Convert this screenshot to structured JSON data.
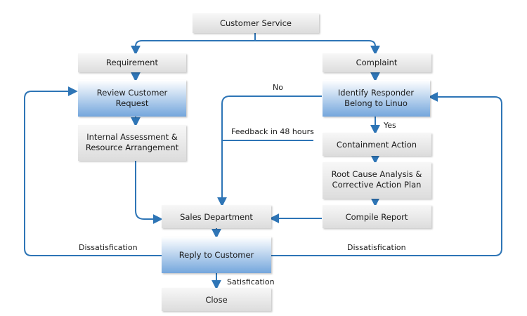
{
  "colors": {
    "connector": "#2e75b6",
    "gray_fill_top": "#f7f7f7",
    "gray_fill_bottom": "#dcdcdc",
    "blue_fill_top": "#ffffff",
    "blue_fill_bottom": "#74a6dc",
    "text": "#1a1a1a"
  },
  "nodes": {
    "customer_service": "Customer Service",
    "requirement": "Requirement",
    "complaint": "Complaint",
    "review_request": [
      "Review Customer",
      "Request"
    ],
    "identify_responder": [
      "Identify Responder",
      "Belong to Linuo"
    ],
    "internal_assessment": [
      "Internal Assessment &",
      "Resource Arrangement"
    ],
    "containment_action": "Containment Action",
    "root_cause": [
      "Root Cause Analysis &",
      "Corrective Action Plan"
    ],
    "compile_report": "Compile Report",
    "sales_department": "Sales Department",
    "reply_to_customer": "Reply to Customer",
    "close": "Close"
  },
  "labels": {
    "no": "No",
    "yes": "Yes",
    "feedback": "Feedback in 48 hours",
    "dissatisfaction_left": "Dissatisfication",
    "dissatisfaction_right": "Dissatisfication",
    "satisfaction": "Satisfication"
  }
}
